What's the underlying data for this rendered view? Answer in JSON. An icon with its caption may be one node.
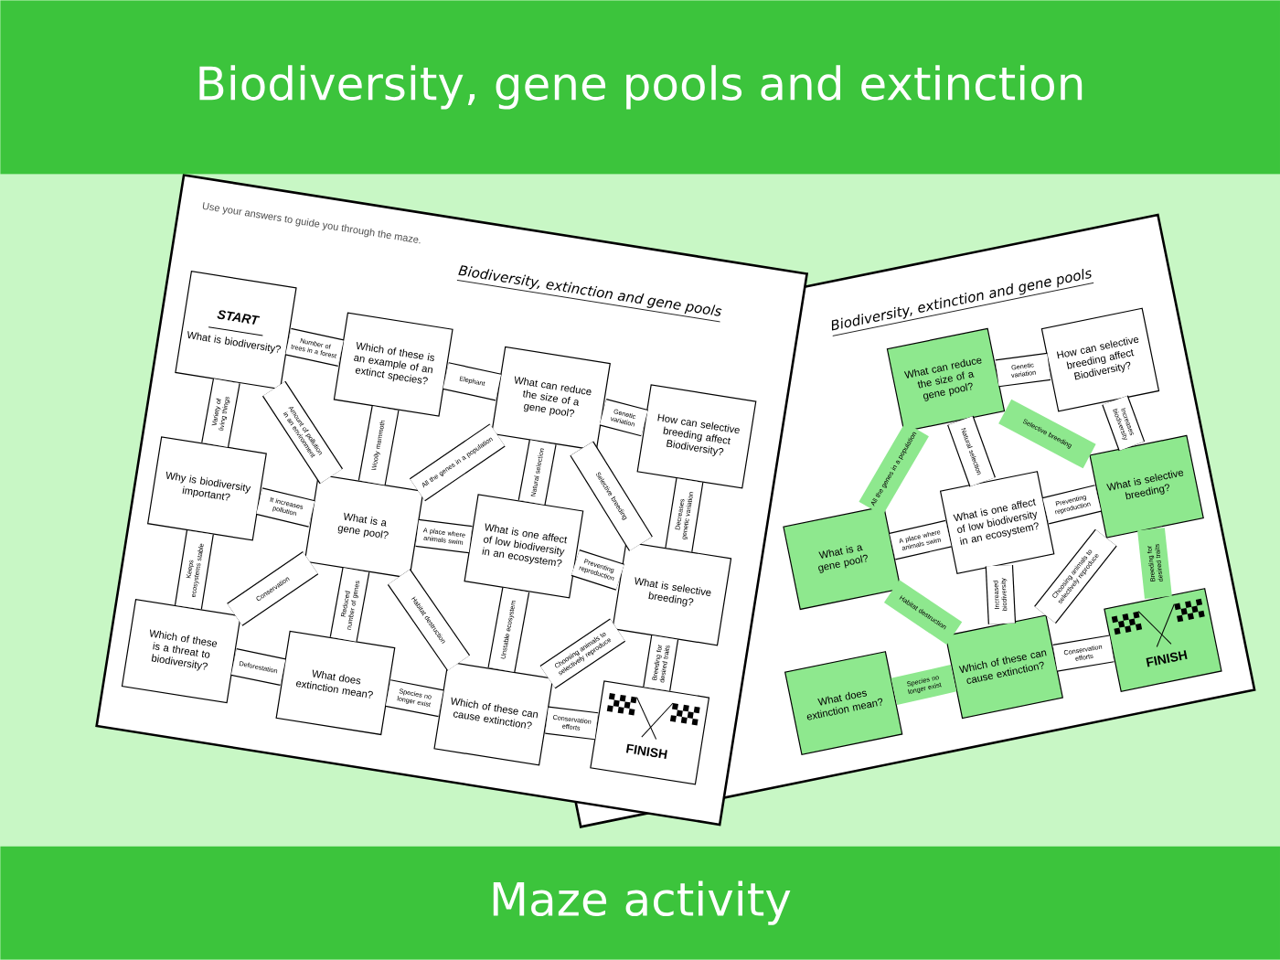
{
  "diagram": {
    "title": "Biodiversity, gene pools and extinction",
    "caption": "Maze activity",
    "nodes": [
      {
        "text": [
          "Biodiversity, extinction and gene pools",
          "Use your answers to guide you through the maze."
        ]
      },
      {
        "text": [
          "START",
          "What is biodiversity?"
        ],
        "in": 0
      },
      {
        "text": [
          "Which of these is an example of an extinct species?"
        ],
        "in": 0
      },
      {
        "text": [
          "What can reduce the size of a gene pool?"
        ]
      },
      {
        "text": [
          "How can selective breeding affect Biodiversity?"
        ]
      },
      {
        "text": [
          "Why is biodiversity important?"
        ],
        "in": 0
      },
      {
        "text": [
          "What is a gene pool?"
        ],
        "in": 0
      },
      {
        "text": [
          "What is one affect of low biodiversity in an ecosystem?"
        ],
        "in": 0
      },
      {
        "text": [
          "What is selective breeding?"
        ]
      },
      {
        "text": [
          "Which of these is a threat to biodiversity?"
        ],
        "in": 0
      },
      {
        "text": [
          "What does extinction mean?"
        ],
        "in": 0
      },
      {
        "text": [
          "Which of these can cause extinction?"
        ],
        "in": 0
      },
      {
        "text": [
          "FINISH"
        ]
      },
      {
        "text": [
          "Biodiversity, extinction and gene pools"
        ]
      },
      {
        "text": [
          "What can reduce the size of a gene pool?"
        ],
        "in": 13
      },
      {
        "text": [
          "How can selective breeding affect Biodiversity?"
        ],
        "in": 13
      },
      {
        "text": [
          "What is one affect of low biodiversity in an ecosystem?"
        ],
        "in": 13
      },
      {
        "text": [
          "What is selective breeding?"
        ],
        "in": 13
      },
      {
        "text": [
          "What is a gene pool?"
        ],
        "in": 13
      },
      {
        "text": [
          "What does extinction mean?"
        ],
        "in": 13
      },
      {
        "text": [
          "Which of these can cause extinction?"
        ],
        "in": 13
      },
      {
        "text": [
          "FINISH"
        ],
        "in": 13
      }
    ],
    "edges": [
      {
        "from": 1,
        "to": 2,
        "arrow": "none",
        "label": "Number of trees in a forest"
      },
      {
        "from": 1,
        "to": 5,
        "arrow": "none",
        "label": "Variety of living things"
      },
      {
        "from": 1,
        "to": 6,
        "arrow": "none",
        "label": "Amount of pollution in an environment"
      },
      {
        "from": 2,
        "to": 3,
        "arrow": "none",
        "label": "Elephant"
      },
      {
        "from": 2,
        "to": 6,
        "arrow": "none",
        "label": "Woolly mammoth"
      },
      {
        "from": 6,
        "to": 3,
        "arrow": "none",
        "label": "All the genes in a population"
      },
      {
        "from": 3,
        "to": 4,
        "arrow": "none",
        "label": "Genetic variation"
      },
      {
        "from": 3,
        "to": 7,
        "arrow": "none",
        "label": "Natural selection"
      },
      {
        "from": 3,
        "to": 8,
        "arrow": "none",
        "label": "Selective breeding"
      },
      {
        "from": 4,
        "to": 8,
        "arrow": "none",
        "label": "Decreases genetic variation"
      },
      {
        "from": 5,
        "to": 6,
        "arrow": "none",
        "label": "It increases pollution"
      },
      {
        "from": 5,
        "to": 9,
        "arrow": "none",
        "label": "Keeps ecosystems stable"
      },
      {
        "from": 6,
        "to": 7,
        "arrow": "none",
        "label": "A place where animals swim"
      },
      {
        "from": 6,
        "to": 9,
        "arrow": "none",
        "label": "Conservation"
      },
      {
        "from": 6,
        "to": 10,
        "arrow": "none",
        "label": "Reduced number of genes"
      },
      {
        "from": 6,
        "to": 11,
        "arrow": "none",
        "label": "Habitat destruction"
      },
      {
        "from": 7,
        "to": 8,
        "arrow": "none",
        "label": "Preventing reproduction"
      },
      {
        "from": 7,
        "to": 11,
        "arrow": "none",
        "label": "Unstable ecosystem"
      },
      {
        "from": 8,
        "to": 11,
        "arrow": "none",
        "label": "Choosing animals to selectively reproduce"
      },
      {
        "from": 8,
        "to": 12,
        "arrow": "none",
        "label": "Breeding for desired traits"
      },
      {
        "from": 9,
        "to": 10,
        "arrow": "none",
        "label": "Deforestation"
      },
      {
        "from": 10,
        "to": 11,
        "arrow": "none",
        "label": "Species no longer exist"
      },
      {
        "from": 11,
        "to": 12,
        "arrow": "none",
        "label": "Conservation efforts"
      },
      {
        "from": 14,
        "to": 15,
        "arrow": "none",
        "label": "Genetic variation"
      },
      {
        "from": 14,
        "to": 16,
        "arrow": "none",
        "label": "Natural selection"
      },
      {
        "from": 14,
        "to": 17,
        "arrow": "none",
        "label": "Selective breeding",
        "color": "#8ee88e"
      },
      {
        "from": 15,
        "to": 17,
        "arrow": "none",
        "label": "Increases biodiversity"
      },
      {
        "from": 16,
        "to": 17,
        "arrow": "none",
        "label": "Preventing reproduction"
      },
      {
        "from": 18,
        "to": 14,
        "arrow": "none",
        "label": "All the genes in a population",
        "color": "#8ee88e"
      },
      {
        "from": 18,
        "to": 16,
        "arrow": "none",
        "label": "A place where animals swim"
      },
      {
        "from": 18,
        "to": 20,
        "arrow": "none",
        "label": "Habitat destruction",
        "color": "#8ee88e"
      },
      {
        "from": 16,
        "to": 20,
        "arrow": "none",
        "label": "Increased biodiversity"
      },
      {
        "from": 17,
        "to": 20,
        "arrow": "none",
        "label": "Choosing animals to selectively reproduce"
      },
      {
        "from": 17,
        "to": 21,
        "arrow": "none",
        "label": "Breeding for desired traits",
        "color": "#8ee88e"
      },
      {
        "from": 19,
        "to": 20,
        "arrow": "none",
        "label": "Species no longer exist",
        "color": "#8ee88e"
      },
      {
        "from": 20,
        "to": 21,
        "arrow": "none",
        "label": "Conservation efforts"
      }
    ]
  }
}
